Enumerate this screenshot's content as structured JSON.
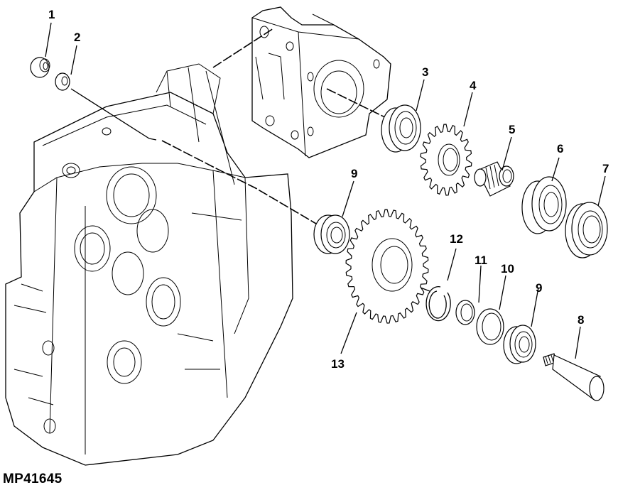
{
  "figure_id": "MP41645",
  "callouts": [
    {
      "number": "1",
      "part": "nut"
    },
    {
      "number": "2",
      "part": "lock-washer"
    },
    {
      "number": "3",
      "part": "ball-bearing"
    },
    {
      "number": "4",
      "part": "spur-gear"
    },
    {
      "number": "5",
      "part": "needle-bearing"
    },
    {
      "number": "6",
      "part": "ball-bearing"
    },
    {
      "number": "7",
      "part": "oil-seal"
    },
    {
      "number": "8",
      "part": "shaft"
    },
    {
      "number": "9",
      "part": "ball-bearing"
    },
    {
      "number": "10",
      "part": "washer"
    },
    {
      "number": "11",
      "part": "bushing"
    },
    {
      "number": "12",
      "part": "snap-ring"
    },
    {
      "number": "13",
      "part": "large-gear"
    },
    {
      "number": "9",
      "part": "ball-bearing"
    }
  ],
  "colors": {
    "ink": "#000000",
    "paper": "#ffffff"
  }
}
